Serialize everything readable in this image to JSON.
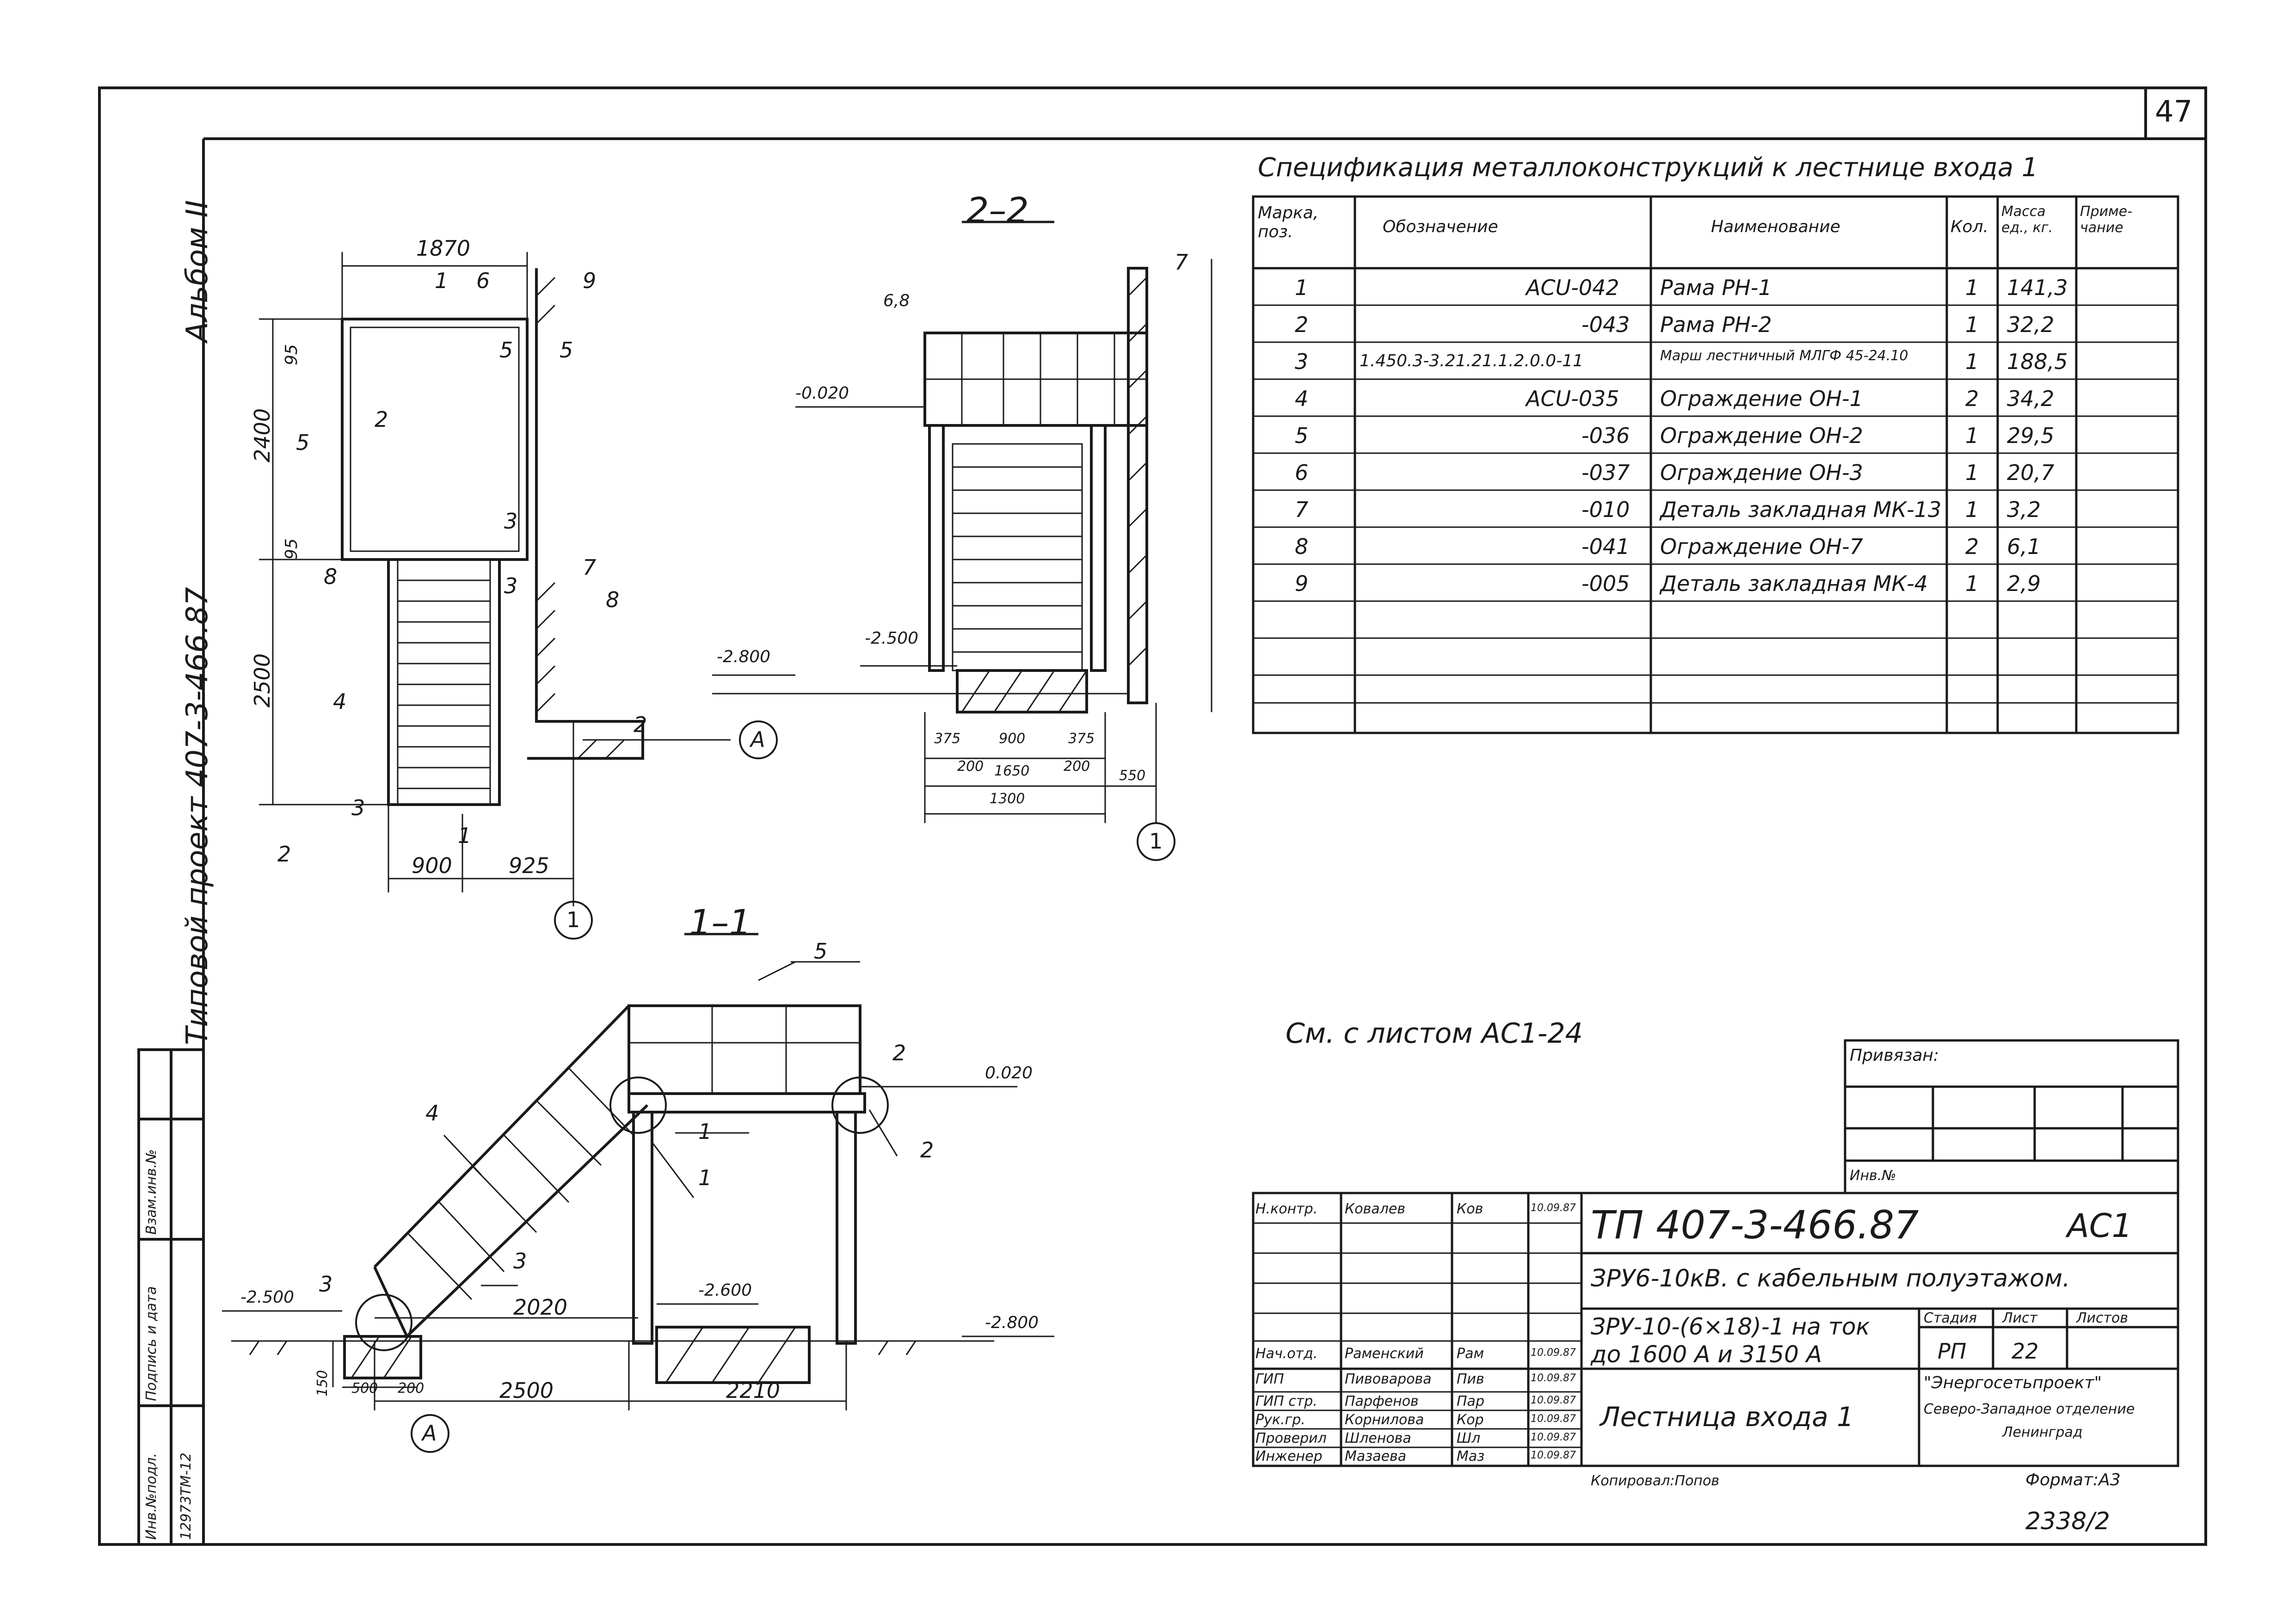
{
  "sheet_number": "47",
  "album_label": "Альбом II",
  "project_label": "Типовой проект 407-3-466.87",
  "left_stamp": {
    "inv_podl": "Инв.№подл.",
    "podpis_data": "Подпись и дата",
    "vzam_inv": "Взам.инв.№",
    "inv_number": "12973ТМ-12"
  },
  "spec": {
    "title": "Спецификация металлоконструкций к лестнице входа 1",
    "headers": [
      "Марка, поз.",
      "Обозначение",
      "Наименование",
      "Кол.",
      "Масса ед., кг.",
      "Приме-чание"
    ],
    "rows": [
      {
        "pos": "1",
        "code": "АСU-042",
        "name": "Рама РН-1",
        "qty": "1",
        "mass": "141,3"
      },
      {
        "pos": "2",
        "code": "-043",
        "name": "Рама РН-2",
        "qty": "1",
        "mass": "32,2"
      },
      {
        "pos": "3",
        "code": "1.450.3-3.21.21.1.2.0.0-11",
        "name": "Марш лестничный МЛГФ 45-24.10",
        "qty": "1",
        "mass": "188,5"
      },
      {
        "pos": "4",
        "code": "АСU-035",
        "name": "Ограждение ОН-1",
        "qty": "2",
        "mass": "34,2"
      },
      {
        "pos": "5",
        "code": "-036",
        "name": "Ограждение ОН-2",
        "qty": "1",
        "mass": "29,5"
      },
      {
        "pos": "6",
        "code": "-037",
        "name": "Ограждение ОН-3",
        "qty": "1",
        "mass": "20,7"
      },
      {
        "pos": "7",
        "code": "-010",
        "name": "Деталь закладная МК-13",
        "qty": "1",
        "mass": "3,2"
      },
      {
        "pos": "8",
        "code": "-041",
        "name": "Ограждение ОН-7",
        "qty": "2",
        "mass": "6,1"
      },
      {
        "pos": "9",
        "code": "-005",
        "name": "Деталь закладная МК-4",
        "qty": "1",
        "mass": "2,9"
      }
    ]
  },
  "note": "См. с листом АС1-24",
  "plan": {
    "dims": [
      "1870",
      "2400",
      "2500",
      "95",
      "95",
      "900",
      "925"
    ],
    "labels": [
      "1",
      "6",
      "9",
      "5",
      "5",
      "2",
      "3",
      "3",
      "7",
      "8",
      "8",
      "4",
      "3",
      "2",
      "2",
      "1",
      "1",
      "А"
    ]
  },
  "section22": {
    "title": "2–2",
    "marks": [
      "6,8",
      "-0.020",
      "-2.500",
      "-2.800",
      "7"
    ],
    "dims": [
      "375",
      "900",
      "375",
      "200",
      "1650",
      "200",
      "550",
      "1300"
    ],
    "axis": "1"
  },
  "section11": {
    "title": "1–1",
    "marks": [
      "0.020",
      "-2.500",
      "-2.600",
      "-2.800"
    ],
    "dims": [
      "2020",
      "150",
      "500",
      "200",
      "2500",
      "2210"
    ],
    "labels": [
      "5",
      "4",
      "2",
      "2",
      "1",
      "1",
      "3",
      "3",
      "А"
    ]
  },
  "title_block": {
    "privyazan": "Привязан:",
    "inv_no": "Инв.№",
    "project_code": "ТП 407-3-466.87",
    "sheet_code": "АС1",
    "line1": "ЗРУ6-10кВ. с кабельным полуэтажом.",
    "line2a": "ЗРУ-10-(6×18)-1 на ток",
    "line2b": "до 1600 А и 3150 А",
    "drawing_name": "Лестница входа 1",
    "stage_h": "Стадия",
    "sheet_h": "Лист",
    "sheets_h": "Листов",
    "stage": "РП",
    "sheet": "22",
    "sheets": "",
    "org1": "\"Энергосетьпроект\"",
    "org2": "Северо-Западное отделение",
    "org3": "Ленинград",
    "signers": [
      {
        "role": "Н.контр.",
        "name": "Ковалев",
        "sign": "Ков",
        "date": "10.09.87"
      },
      {
        "role": "",
        "name": "",
        "sign": "",
        "date": ""
      },
      {
        "role": "",
        "name": "",
        "sign": "",
        "date": ""
      },
      {
        "role": "Нач.отд.",
        "name": "Раменский",
        "sign": "Рам",
        "date": "10.09.87"
      },
      {
        "role": "ГИП",
        "name": "Пивоварова",
        "sign": "Пив",
        "date": "10.09.87"
      },
      {
        "role": "ГИП стр.",
        "name": "Парфенов",
        "sign": "Пар",
        "date": "10.09.87"
      },
      {
        "role": "Рук.гр.",
        "name": "Корнилова",
        "sign": "Кор",
        "date": "10.09.87"
      },
      {
        "role": "Проверил",
        "name": "Шленова",
        "sign": "Шл",
        "date": "10.09.87"
      },
      {
        "role": "Инженер",
        "name": "Мазаева",
        "sign": "Маз",
        "date": "10.09.87"
      }
    ]
  },
  "footer": {
    "copied": "Копировал:Попов",
    "format": "Формат:А3",
    "number": "2338/2"
  }
}
